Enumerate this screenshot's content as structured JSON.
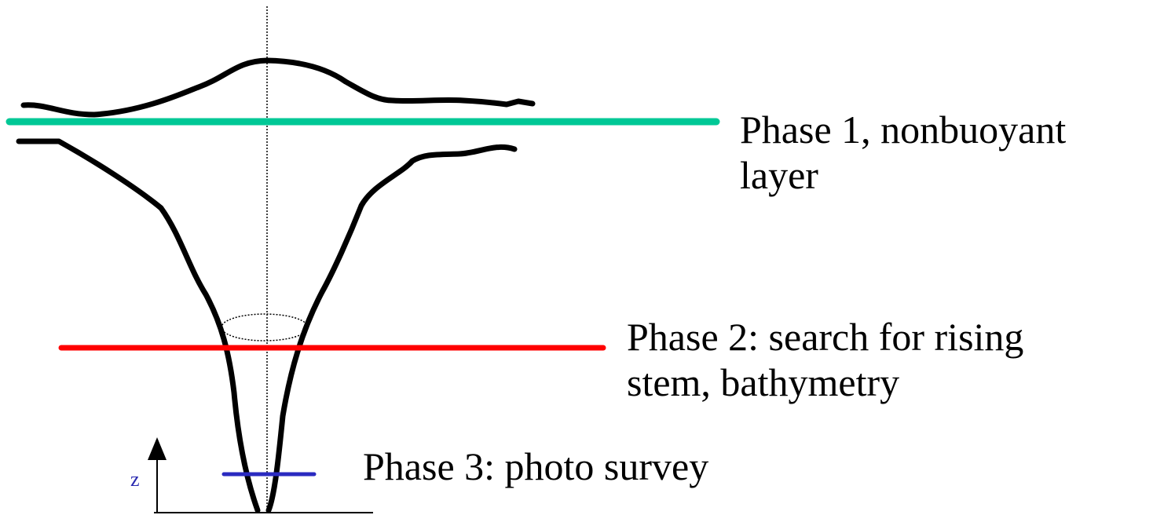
{
  "phases": [
    {
      "line1": "Phase 1, nonbuoyant",
      "line2": "layer",
      "color": "#00c896"
    },
    {
      "line1": "Phase 2: search for rising",
      "line2": "stem, bathymetry",
      "color": "#ff0000"
    },
    {
      "line1": "Phase 3: photo survey",
      "color": "#2a2ac0"
    }
  ],
  "axis": {
    "label": "z",
    "color": "#2a2ab0"
  },
  "colors": {
    "plume": "#000000",
    "background": "#ffffff"
  }
}
